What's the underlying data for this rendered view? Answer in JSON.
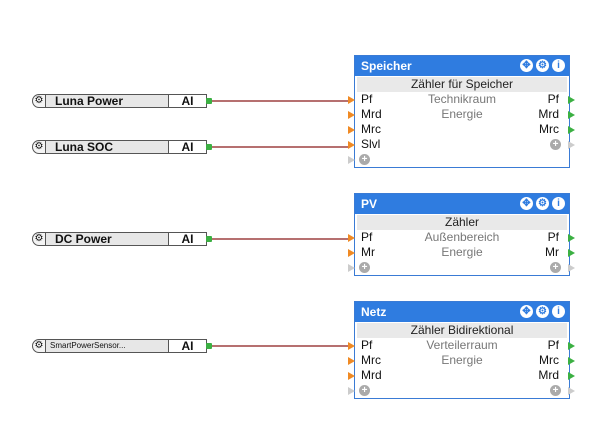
{
  "inputs": [
    {
      "label": "Luna Power",
      "type": "AI"
    },
    {
      "label": "Luna SOC",
      "type": "AI"
    },
    {
      "label": "DC Power",
      "type": "AI"
    },
    {
      "label": "SmartPowerSensor...",
      "type": "AI"
    }
  ],
  "blocks": [
    {
      "title": "Speicher",
      "subtitle": "Zähler für Speicher",
      "rows": [
        {
          "in": "Pf",
          "mid": "Technikraum",
          "out": "Pf"
        },
        {
          "in": "Mrd",
          "mid": "Energie",
          "out": "Mrd"
        },
        {
          "in": "Mrc",
          "mid": "",
          "out": "Mrc"
        },
        {
          "in": "Slvl",
          "mid": "",
          "out": ""
        }
      ]
    },
    {
      "title": "PV",
      "subtitle": "Zähler",
      "rows": [
        {
          "in": "Pf",
          "mid": "Außenbereich",
          "out": "Pf"
        },
        {
          "in": "Mr",
          "mid": "Energie",
          "out": "Mr"
        }
      ]
    },
    {
      "title": "Netz",
      "subtitle": "Zähler Bidirektional",
      "rows": [
        {
          "in": "Pf",
          "mid": "Verteilerraum",
          "out": "Pf"
        },
        {
          "in": "Mrc",
          "mid": "Energie",
          "out": "Mrc"
        },
        {
          "in": "Mrd",
          "mid": "",
          "out": "Mrd"
        }
      ]
    }
  ],
  "icons": {
    "move": "move-icon",
    "settings": "gear-icon",
    "info": "info-icon",
    "add": "plus-icon"
  },
  "colors": {
    "header": "#2f7ce0",
    "wire": "#8b1a1a",
    "input_pin": "#f08a24",
    "output_pin": "#3cb043"
  }
}
